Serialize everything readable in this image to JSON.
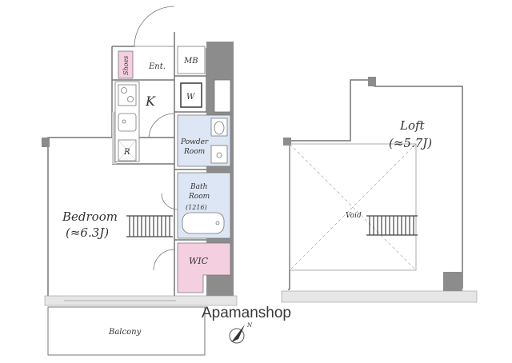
{
  "labels": {
    "shoes": "Shoes",
    "entrance": "Ent.",
    "mb": "MB",
    "kitchen": "K",
    "washer": "W",
    "refrigerator": "R",
    "powder_room_1": "Powder",
    "powder_room_2": "Room",
    "bath_room_1": "Bath",
    "bath_room_2": "Room",
    "bath_size": "(1216)",
    "bedroom": "Bedroom",
    "bedroom_size": "(≈6.3J)",
    "wic": "WIC",
    "balcony": "Balcony",
    "loft": "Loft",
    "loft_size": "(≈5.7J)",
    "void": "Void"
  },
  "brand": {
    "name": "Apamanshop"
  },
  "colors": {
    "wall": "#8c8c8c",
    "wall_dark": "#6e6e6e",
    "powder_bath_fill": "#dde6f4",
    "shoes_wic_fill": "#f4cfe0",
    "line": "#777777"
  }
}
